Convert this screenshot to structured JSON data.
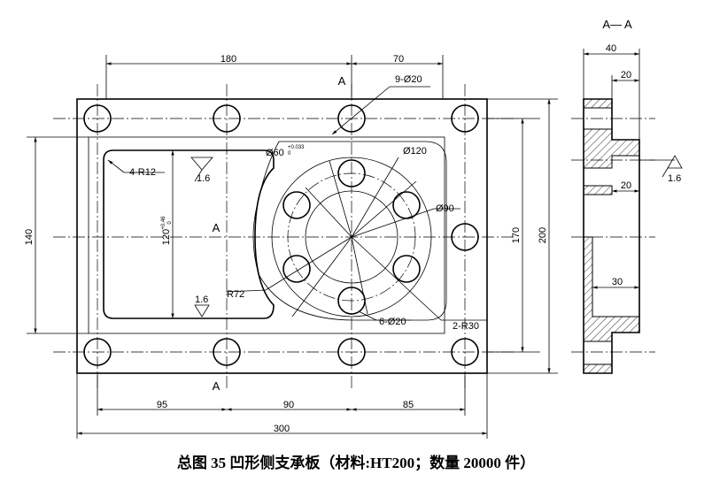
{
  "caption": "总图 35 凹形侧支承板（材料:HT200；数量 20000 件）",
  "section_title": "A— A",
  "labels": {
    "section_mark": "A",
    "holes_9": "9-Ø20",
    "holes_6": "6-Ø20",
    "corner_radii": "4-R12",
    "arc_r30": "2-R30",
    "bore_60": "Ø60",
    "bore_60_tol": "+0.033",
    "bore_60_tol_low": "0",
    "circle_120": "Ø120",
    "circle_90": "Ø90",
    "r72": "R72",
    "dim_120": "120",
    "dim_120_tol": "+0.46",
    "dim_120_tol_low": "0",
    "rough_left_top": "1.6",
    "rough_left_bottom": "1.6",
    "rough_section": "1.6"
  },
  "dims": {
    "d180": "180",
    "d70": "70",
    "d95": "95",
    "d90": "90",
    "d85": "85",
    "d300": "300",
    "d140": "140",
    "d170": "170",
    "d200": "200",
    "s40": "40",
    "s20a": "20",
    "s20b": "20",
    "s30": "30"
  }
}
